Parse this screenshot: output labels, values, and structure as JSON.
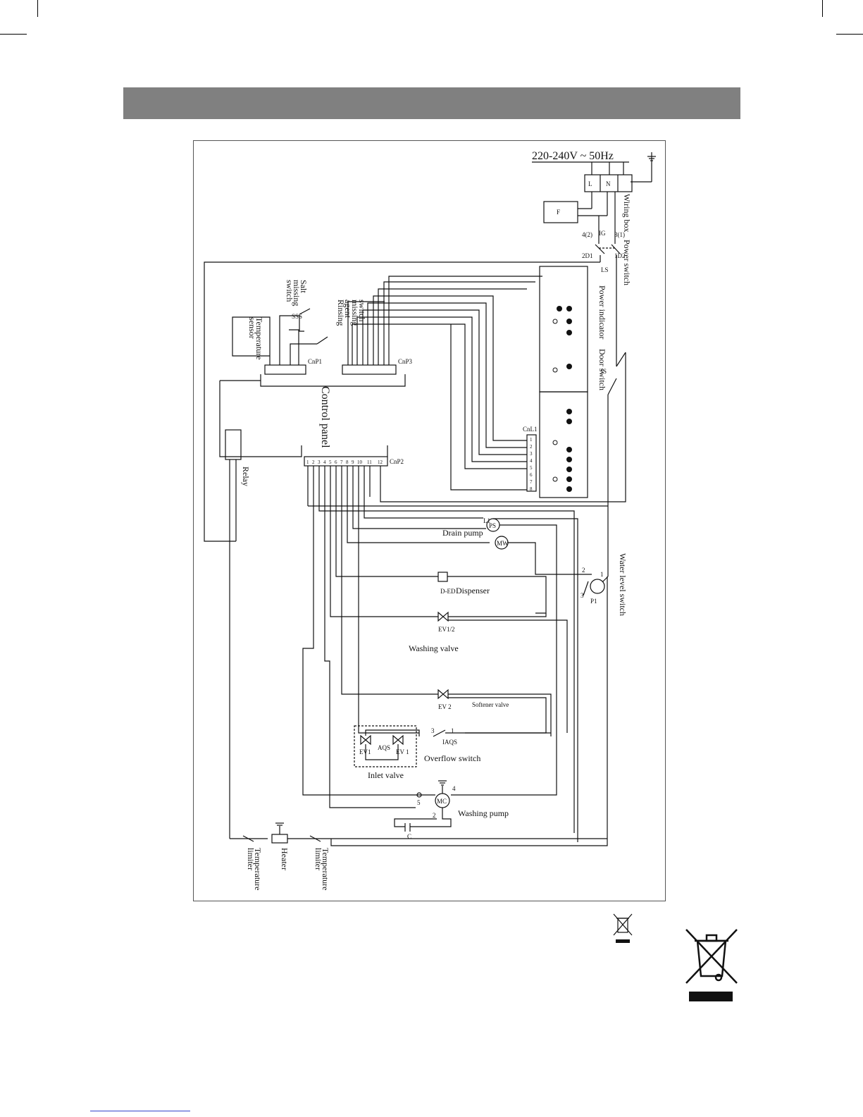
{
  "supply": {
    "voltage": "220-240V ~ 50Hz"
  },
  "terminals": {
    "l": "L",
    "n": "N",
    "filter": "F"
  },
  "codes": {
    "s4d": "4(2)",
    "s3d": "3(1)",
    "s2d1": "2D1",
    "s1d2": "1D2",
    "ig": "IG",
    "ls": "LS",
    "is": "IS",
    "sss": "SSS",
    "cnp1": "CnP1",
    "cnp2": "CnP2",
    "cnp3": "CnP3",
    "cnl1": "CnL1",
    "ps": "PS",
    "mw": "MW",
    "ded": "D-ED",
    "p1": "P1",
    "ev12": "EV1/2",
    "ev2": "EV 2",
    "aqs": "AQS",
    "ev1a": "EV1",
    "ev1b": "EV 1",
    "iaqs": "IAQS",
    "mc": "MC",
    "cap": "C",
    "l1": "L1",
    "t1": "1",
    "t2": "2",
    "t3": "3",
    "t4": "4",
    "t5": "5"
  },
  "pins": {
    "p1": "1",
    "p2": "2",
    "p3": "3",
    "p4": "4",
    "p5": "5",
    "p6": "6",
    "p7": "7",
    "p8": "8",
    "p9": "9",
    "p10": "10",
    "p11": "11",
    "p12": "12"
  },
  "labels": {
    "wiring_box": "Wiring box",
    "power_switch": "Power switch",
    "power_indicator": "Power indicator",
    "door_switch": "Door switch",
    "salt_missing_switch": [
      "Salt",
      "missing",
      "switch"
    ],
    "rinsing_agent_missing_switch": [
      "Rinsing",
      "agent",
      "missing",
      "switch"
    ],
    "temperature_sensor": [
      "Temperature",
      "sensor"
    ],
    "control_panel": "Control panel",
    "relay": "Relay",
    "drain_pump": "Drain pump",
    "water_level_switch": "Water level switch",
    "dispenser": "Dispenser",
    "washing_valve": "Washing valve",
    "softener_valve": "Softener valve",
    "overflow_switch": "Overflow switch",
    "inlet_valve": "Inlet valve",
    "washing_pump": "Washing pump",
    "temperature_limiter": [
      "Temperature",
      "limiter"
    ],
    "heater": "Heater"
  },
  "colors": {
    "header_bar": "#808080",
    "line": "#111111",
    "footer_link": "#3344cc"
  },
  "icons": [
    "ground-icon",
    "weee-crossed-bin-icon"
  ]
}
